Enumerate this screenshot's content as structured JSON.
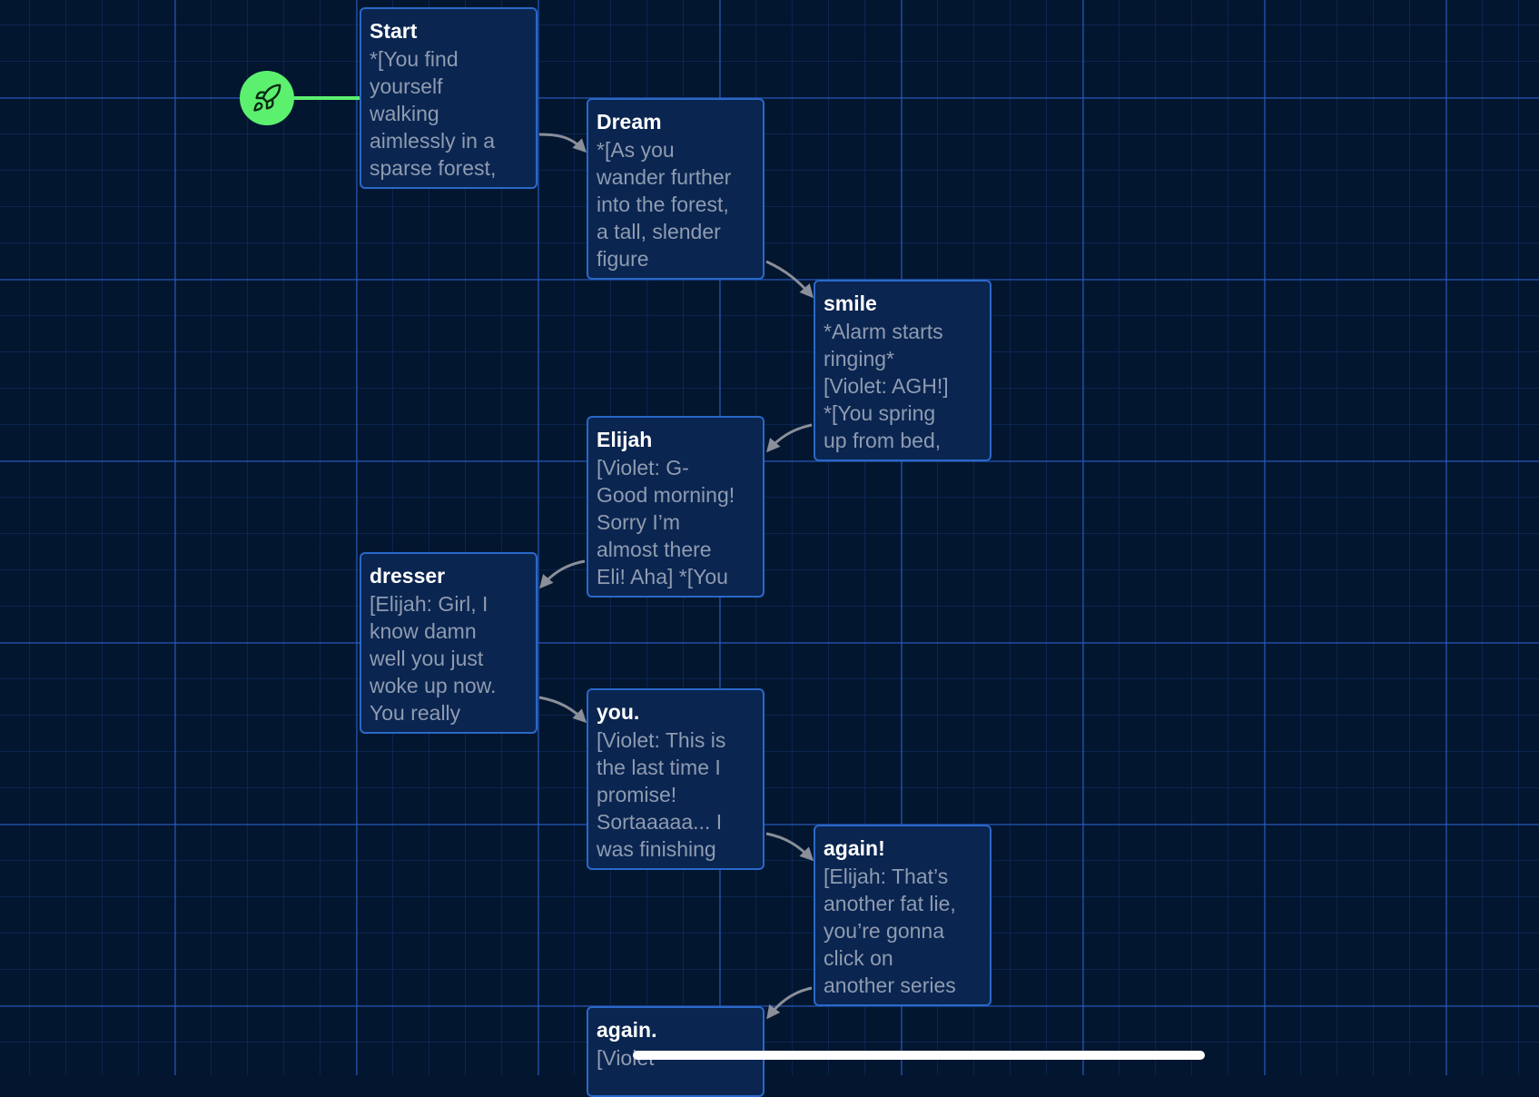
{
  "colors": {
    "background": "#031630",
    "grid_line": "#2857be",
    "node_fill": "#0a2550",
    "node_border": "#2a68c8",
    "node_title": "#ffffff",
    "node_body": "#8f9bb0",
    "connector": "#8a8f99",
    "start_marker": "#5cf06f"
  },
  "start_marker": {
    "icon": "rocket-icon"
  },
  "passages": [
    {
      "title": "Start",
      "body": "*[You find\nyourself\nwalking\naimlessly in a\nsparse forest,\nth"
    },
    {
      "title": "Dream",
      "body": "*[As you\nwander further\ninto the forest,\na tall, slender\nfigure\n  "
    },
    {
      "title": "smile",
      "body": "*Alarm starts\nringing*\n[Violet: AGH!]\n*[You spring\nup from bed,\nhalf"
    },
    {
      "title": "Elijah",
      "body": "[Violet: G-\nGood morning!\nSorry I’m\nalmost there\nEli! Aha] *[You\nh"
    },
    {
      "title": "dresser",
      "body": "[Elijah: Girl, I\nknow damn\nwell you just\nwoke up now.\nYou really\nneed to fl"
    },
    {
      "title": "you.",
      "body": "[Violet: This is\nthe last time I\npromise!\nSortaaaaa... I\nwas finishing\nup the Eli"
    },
    {
      "title": "again!",
      "body": "[Elijah: That’s\nanother fat lie,\nyou’re gonna\nclick on\nanother series\nand stay th"
    },
    {
      "title": "again.",
      "body": "[Violet"
    }
  ]
}
